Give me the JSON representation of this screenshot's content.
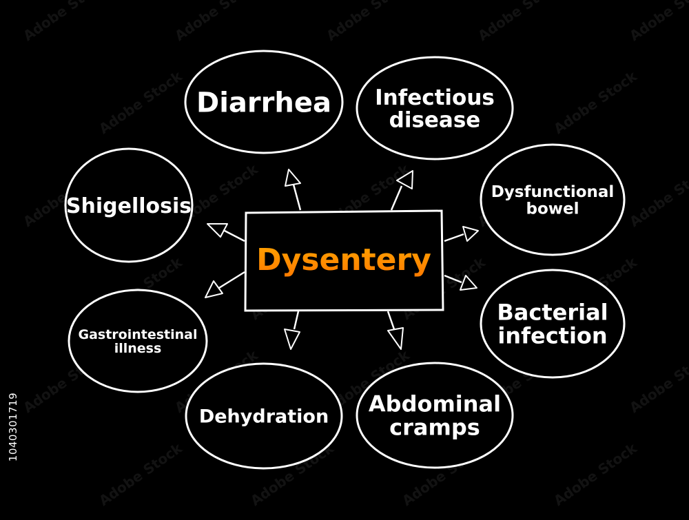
{
  "center": {
    "label": "Dysentery",
    "gradient_top": "#ffa400",
    "gradient_bottom": "#ff7a00"
  },
  "nodes": {
    "diarrhea": [
      "Diarrhea"
    ],
    "infectious": [
      "Infectious",
      "disease"
    ],
    "dysfunctional": [
      "Dysfunctional",
      "bowel"
    ],
    "bacterial": [
      "Bacterial",
      "infection"
    ],
    "abdominal": [
      "Abdominal",
      "cramps"
    ],
    "dehydration": [
      "Dehydration"
    ],
    "gastro": [
      "Gastrointestinal",
      "illness"
    ],
    "shigellosis": [
      "Shigellosis"
    ]
  },
  "stock_id": "1040301719",
  "watermark_text": "Adobe Stock",
  "colors": {
    "background": "#000000",
    "stroke": "#ffffff",
    "text": "#ffffff"
  }
}
